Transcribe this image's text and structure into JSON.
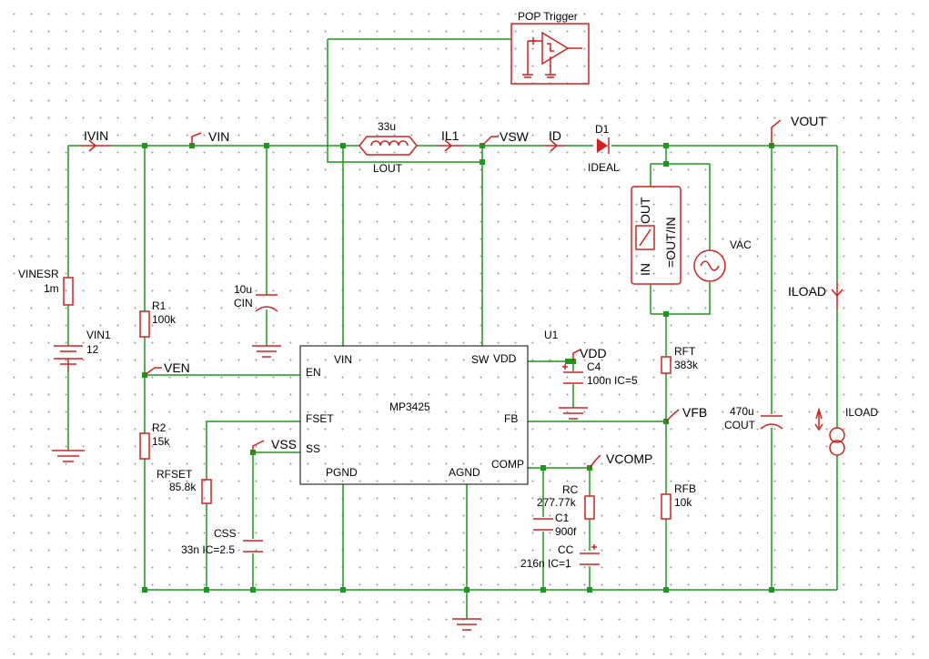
{
  "nets": {
    "ivin": "IVIN",
    "vin": "VIN",
    "il1": "IL1",
    "vsw": "VSW",
    "id": "ID",
    "vout": "VOUT",
    "ven": "VEN",
    "vss": "VSS",
    "vdd": "VDD",
    "vfb": "VFB",
    "vcomp": "VCOMP",
    "iload_probe": "ILOAD"
  },
  "components": {
    "pop_trigger": {
      "name": "POP Trigger"
    },
    "lout": {
      "name": "LOUT",
      "value": "33u"
    },
    "d1": {
      "name": "D1",
      "value": "IDEAL"
    },
    "vinesr": {
      "name": "VINESR",
      "value": "1m"
    },
    "vin1": {
      "name": "VIN1",
      "value": "12"
    },
    "r1": {
      "name": "R1",
      "value": "100k"
    },
    "r2": {
      "name": "R2",
      "value": "15k"
    },
    "cin": {
      "name": "CIN",
      "value": "10u"
    },
    "rfset": {
      "name": "RFSET",
      "value": "85.8k"
    },
    "css": {
      "name": "CSS",
      "value": "33n IC=2.5"
    },
    "u1": {
      "name": "U1",
      "part": "MP3425"
    },
    "c4": {
      "name": "C4",
      "value": "100n IC=5"
    },
    "vac": {
      "name": "VAC"
    },
    "ratio": {
      "in": "IN",
      "out": "OUT",
      "expr": "=OUT/IN"
    },
    "rft": {
      "name": "RFT",
      "value": "383k"
    },
    "rfb": {
      "name": "RFB",
      "value": "10k"
    },
    "rc": {
      "name": "RC",
      "value": "277.77k"
    },
    "c1": {
      "name": "C1",
      "value": "900f"
    },
    "cc": {
      "name": "CC",
      "value": "216n IC=1"
    },
    "cout": {
      "name": "COUT",
      "value": "470u"
    },
    "iload": {
      "name": "ILOAD"
    }
  },
  "ic_pins": {
    "vin": "VIN",
    "en": "EN",
    "fset": "FSET",
    "ss": "SS",
    "pgnd": "PGND",
    "sw": "SW",
    "vdd": "VDD",
    "fb": "FB",
    "comp": "COMP",
    "agnd": "AGND"
  },
  "colors": {
    "wire": "#1a9a1a",
    "component": "#d42020",
    "grid_dot": "#9a9a9a"
  }
}
